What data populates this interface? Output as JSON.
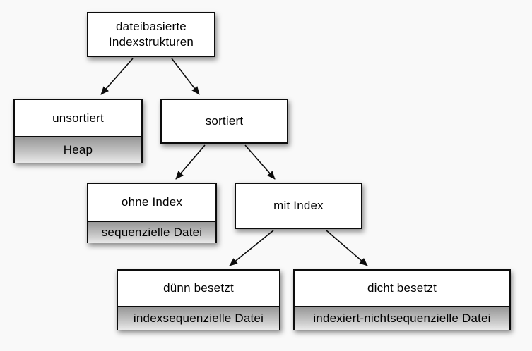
{
  "diagram": {
    "topic": "dateibasierte Indexstrukturen",
    "background": "#f9f9f9",
    "colors": {
      "node_fill": "#ffffff",
      "node_border": "#0c0c0c",
      "band_gradient_top": "#989898",
      "band_gradient_bottom": "#e9e9e9",
      "arrow": "#0c0c0c",
      "text": "#000000"
    },
    "nodes": {
      "root": {
        "line1": "dateibasierte",
        "line2": "Indexstrukturen"
      },
      "unsortiert": {
        "title": "unsortiert",
        "subtitle": "Heap"
      },
      "sortiert": {
        "title": "sortiert"
      },
      "ohne_index": {
        "title": "ohne Index",
        "subtitle": "sequenzielle Datei"
      },
      "mit_index": {
        "title": "mit Index"
      },
      "duenn": {
        "title": "dünn besetzt",
        "subtitle": "indexsequenzielle Datei"
      },
      "dicht": {
        "title": "dicht besetzt",
        "subtitle": "indexiert-nichtsequenzielle Datei"
      }
    },
    "edges": [
      {
        "from": "root",
        "to": "unsortiert"
      },
      {
        "from": "root",
        "to": "sortiert"
      },
      {
        "from": "sortiert",
        "to": "ohne_index"
      },
      {
        "from": "sortiert",
        "to": "mit_index"
      },
      {
        "from": "mit_index",
        "to": "duenn"
      },
      {
        "from": "mit_index",
        "to": "dicht"
      }
    ]
  }
}
